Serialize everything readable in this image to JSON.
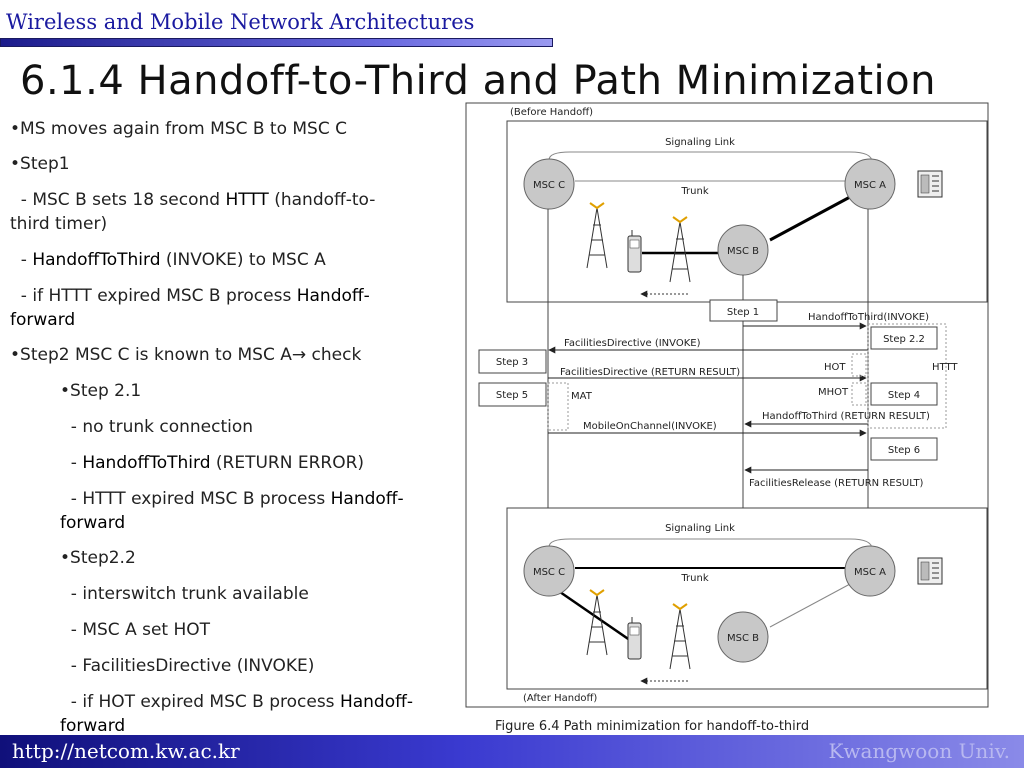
{
  "header": {
    "title": "Wireless and Mobile Network Architectures"
  },
  "slide": {
    "title": "6.1.4 Handoff-to-Third and Path Minimization"
  },
  "bullets": [
    {
      "pre": "•MS moves again from MSC B to MSC C",
      "bold": "",
      "post": ""
    },
    {
      "pre": "•Step1",
      "bold": "",
      "post": ""
    },
    {
      "pre": "  - MSC B sets 18 second ",
      "bold": "HTTT",
      "post": " (handoff-to-"
    },
    {
      "pre": "third timer)",
      "bold": "",
      "post": ""
    },
    {
      "pre": "  - ",
      "bold": "HandoffToThird",
      "post": " (INVOKE) to MSC A"
    },
    {
      "pre": "  - if HTTT expired MSC B process ",
      "bold": "Handoff-",
      "post": ""
    },
    {
      "pre": "",
      "bold": "forward",
      "post": ""
    },
    {
      "pre": "•Step2 MSC C is known to MSC A→ check",
      "bold": "",
      "post": ""
    },
    {
      "pre": "•Step 2.1",
      "bold": "",
      "post": ""
    },
    {
      "pre": "  - no trunk connection",
      "bold": "",
      "post": ""
    },
    {
      "pre": "  - ",
      "bold": "HandoffToThird",
      "post": " (RETURN ERROR)"
    },
    {
      "pre": "  - HTTT expired MSC B process ",
      "bold": "Handoff-",
      "post": ""
    },
    {
      "pre": "",
      "bold": "forward",
      "post": ""
    },
    {
      "pre": "•Step2.2",
      "bold": "",
      "post": ""
    },
    {
      "pre": "  - interswitch trunk available",
      "bold": "",
      "post": ""
    },
    {
      "pre": "  - MSC A set HOT",
      "bold": "",
      "post": ""
    },
    {
      "pre": "  - FacilitiesDirective (INVOKE)",
      "bold": "",
      "post": ""
    },
    {
      "pre": "  - if HOT expired MSC B process ",
      "bold": "Handoff-",
      "post": ""
    },
    {
      "pre": "",
      "bold": "forward",
      "post": ""
    }
  ],
  "diagram": {
    "before_label": "(Before Handoff)",
    "after_label": "(After Handoff)",
    "signaling_link": "Signaling Link",
    "trunk": "Trunk",
    "msc_a": "MSC A",
    "msc_b": "MSC B",
    "msc_c": "MSC C",
    "steps": {
      "s1": "Step 1",
      "s22": "Step 2.2",
      "s3": "Step 3",
      "s4": "Step 4",
      "s5": "Step 5",
      "s6": "Step 6"
    },
    "messages": {
      "m1": "HandoffToThird(INVOKE)",
      "m2": "FacilitiesDirective (INVOKE)",
      "m3": "FacilitiesDirective (RETURN RESULT)",
      "m4": "HandoffToThird (RETURN RESULT)",
      "m5": "MobileOnChannel(INVOKE)",
      "m6": "FacilitiesRelease (RETURN RESULT)"
    },
    "timers": {
      "hot": "HOT",
      "httt": "HTTT",
      "mhot": "MHOT",
      "mat": "MAT"
    },
    "colors": {
      "msc_fill": "#c8c8c8",
      "antenna": "#e0a000"
    }
  },
  "figure": {
    "caption": "Figure 6.4  Path minimization for handoff-to-third"
  },
  "footer": {
    "url": "http://netcom.kw.ac.kr",
    "univ": "Kwangwoon Univ."
  }
}
